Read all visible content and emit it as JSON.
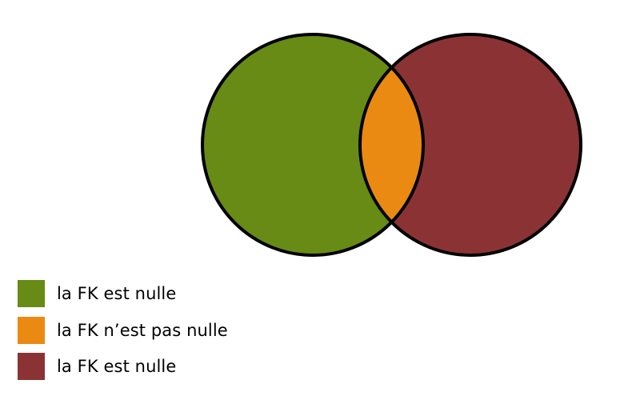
{
  "diagram": {
    "regions": {
      "left": {
        "color": "#678b14"
      },
      "intersection": {
        "color": "#eb8a12"
      },
      "right": {
        "color": "#8b3334"
      }
    },
    "outline_color": "#000000"
  },
  "legend": {
    "items": [
      {
        "label": "la FK est nulle",
        "color": "#678b14"
      },
      {
        "label": "la FK n’est pas nulle",
        "color": "#eb8a12"
      },
      {
        "label": "la FK est nulle",
        "color": "#8b3334"
      }
    ]
  }
}
